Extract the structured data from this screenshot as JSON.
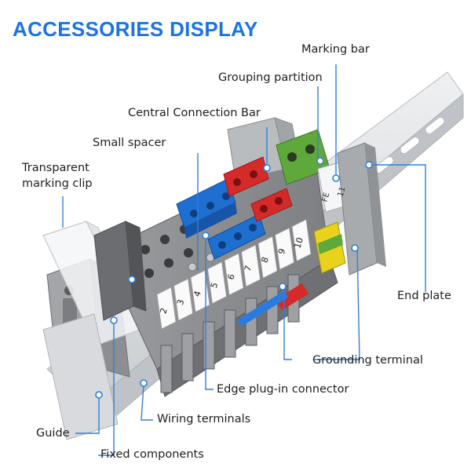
{
  "heading": "ACCESSORIES DISPLAY",
  "labels": {
    "marking_bar": "Marking bar",
    "grouping_partition": "Grouping partition",
    "central_connection_bar": "Central Connection Bar",
    "small_spacer": "Small spacer",
    "transparent_marking_clip_line1": "Transparent",
    "transparent_marking_clip_line2": "marking clip",
    "end_plate": "End plate",
    "grounding_terminal": "Grounding terminal",
    "edge_plugin_connector": "Edge plug-in connector",
    "wiring_terminals": "Wiring terminals",
    "guide": "Guide",
    "fixed_components": "Fixed components"
  },
  "terminal_numbers": [
    "2",
    "3",
    "4",
    "5",
    "6",
    "7",
    "8",
    "9",
    "10"
  ],
  "end_marks": [
    "FE",
    "11"
  ],
  "colors": {
    "heading": "#1a73e8",
    "leader": "#2f7fe0",
    "terminal_gray": "#8a8c8f",
    "bridge_blue": "#1f6fd0",
    "bridge_red": "#d42a2a",
    "ground_green": "#5fa83b",
    "ground_yellow": "#e8d21c",
    "rail": "#d6d8db"
  }
}
